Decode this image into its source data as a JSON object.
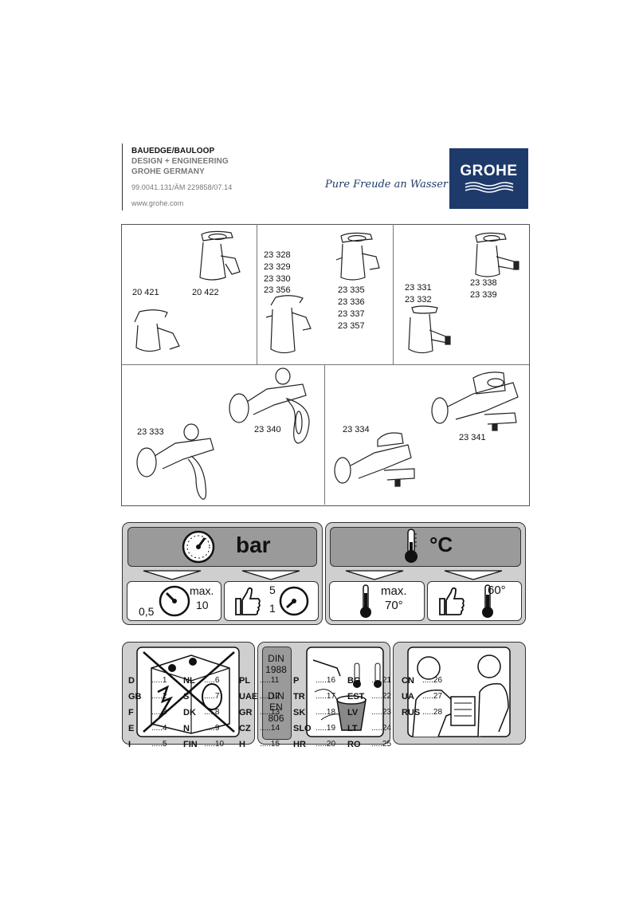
{
  "header": {
    "line1": "BAUEDGE/BAULOOP",
    "line2": "DESIGN + ENGINEERING",
    "line3": "GROHE GERMANY",
    "code": "99.0041.131/ÄM 229858/07.14",
    "website": "www.grohe.com",
    "slogan": "Pure Freude an Wasser",
    "logo_text": "GROHE",
    "logo_color": "#1d3a6b"
  },
  "products": {
    "cell1": {
      "a": "20 421",
      "b": "20 422"
    },
    "cell2": {
      "a1": "23 328",
      "a2": "23 329",
      "a3": "23 330",
      "a4": "23 356",
      "b1": "23 335",
      "b2": "23 336",
      "b3": "23 337",
      "b4": "23 357"
    },
    "cell3": {
      "a1": "23 331",
      "a2": "23 332",
      "b1": "23 338",
      "b2": "23 339"
    },
    "cell4": {
      "a": "23 333",
      "b": "23 340"
    },
    "cell5": {
      "a": "23 334",
      "b": "23 341"
    }
  },
  "pressure": {
    "unit": "bar",
    "min": "0,5",
    "max_label": "max.",
    "max_value": "10",
    "rec_high": "5",
    "rec_low": "1"
  },
  "temperature": {
    "unit": "°C",
    "max_label": "max.",
    "max_value": "70°",
    "rec": "60°"
  },
  "cert": {
    "l1": "DIN",
    "l2": "1988",
    "l3": "DIN",
    "l4": "EN",
    "l5": "806"
  },
  "index": [
    [
      {
        "c": "D",
        "n": "1"
      },
      {
        "c": "GB",
        "n": "2"
      },
      {
        "c": "F",
        "n": "3"
      },
      {
        "c": "E",
        "n": "4"
      },
      {
        "c": "I",
        "n": "5"
      }
    ],
    [
      {
        "c": "NL",
        "n": "6"
      },
      {
        "c": "S",
        "n": "7"
      },
      {
        "c": "DK",
        "n": "8"
      },
      {
        "c": "N",
        "n": "9"
      },
      {
        "c": "FIN",
        "n": "10"
      }
    ],
    [
      {
        "c": "PL",
        "n": "11"
      },
      {
        "c": "UAE",
        "n": "12"
      },
      {
        "c": "GR",
        "n": "13"
      },
      {
        "c": "CZ",
        "n": "14"
      },
      {
        "c": "H",
        "n": "15"
      }
    ],
    [
      {
        "c": "P",
        "n": "16"
      },
      {
        "c": "TR",
        "n": "17"
      },
      {
        "c": "SK",
        "n": "18"
      },
      {
        "c": "SLO",
        "n": "19"
      },
      {
        "c": "HR",
        "n": "20"
      }
    ],
    [
      {
        "c": "BG",
        "n": "21"
      },
      {
        "c": "EST",
        "n": "22"
      },
      {
        "c": "LV",
        "n": "23"
      },
      {
        "c": "LT",
        "n": "24"
      },
      {
        "c": "RO",
        "n": "25"
      }
    ],
    [
      {
        "c": "CN",
        "n": "26"
      },
      {
        "c": "UA",
        "n": "27"
      },
      {
        "c": "RUS",
        "n": "28"
      }
    ]
  ]
}
